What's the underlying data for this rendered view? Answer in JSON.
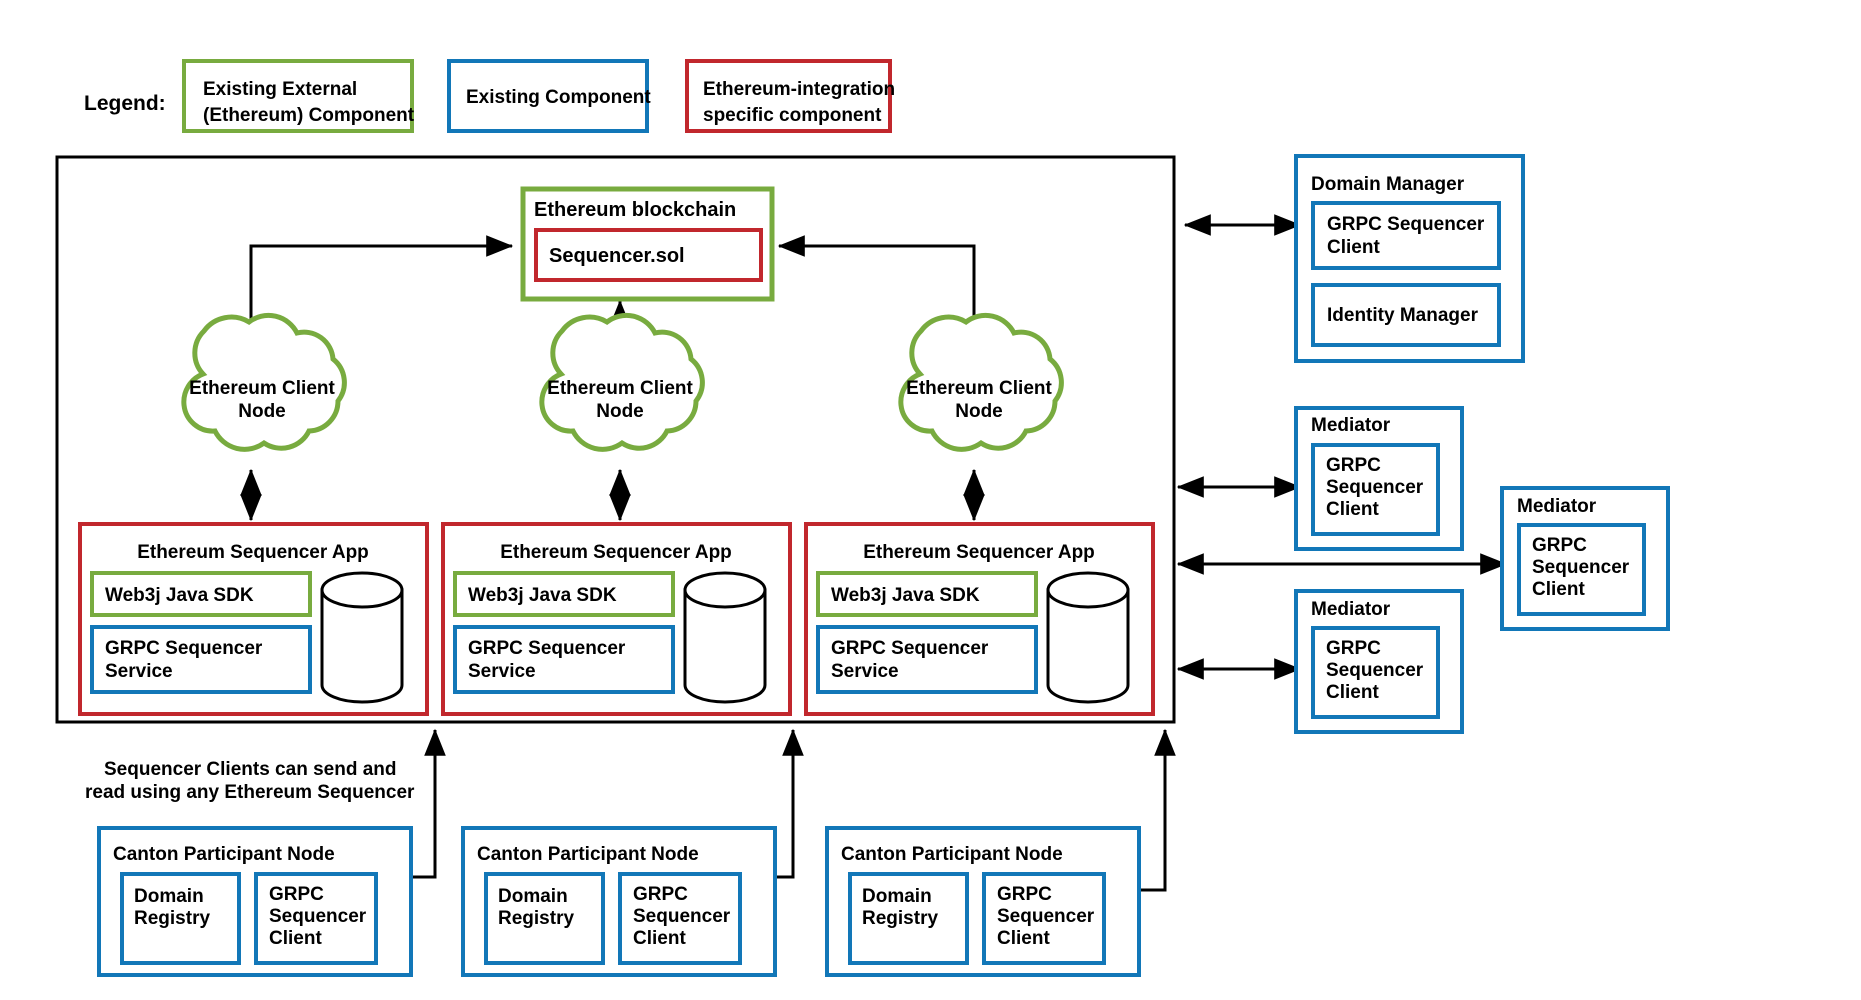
{
  "legend": {
    "label": "Legend:",
    "items": [
      {
        "name": "existing-external-ethereum-component",
        "lines": [
          "Existing External",
          "(Ethereum) Component"
        ],
        "color": "#78ab3f"
      },
      {
        "name": "existing-component",
        "lines": [
          "Existing Component"
        ],
        "color": "#1277b8"
      },
      {
        "name": "ethereum-integration-specific-component",
        "lines": [
          "Ethereum-integration",
          "specific component"
        ],
        "color": "#c1272d"
      }
    ]
  },
  "colors": {
    "green": "#78ab3f",
    "blue": "#1277b8",
    "red": "#c1272d",
    "black": "#000000",
    "white": "#ffffff"
  },
  "domain_boundary": {
    "name": "ethereum-domain-boundary"
  },
  "blockchain": {
    "title": "Ethereum blockchain",
    "contract": "Sequencer.sol"
  },
  "client_nodes": [
    {
      "lines": [
        "Ethereum Client",
        "Node"
      ]
    },
    {
      "lines": [
        "Ethereum Client",
        "Node"
      ]
    },
    {
      "lines": [
        "Ethereum Client",
        "Node"
      ]
    }
  ],
  "sequencer_apps": [
    {
      "title": "Ethereum Sequencer App",
      "sdk": "Web3j Java SDK",
      "service_lines": [
        "GRPC Sequencer",
        "Service"
      ],
      "db": "database-cylinder"
    },
    {
      "title": "Ethereum Sequencer App",
      "sdk": "Web3j Java SDK",
      "service_lines": [
        "GRPC Sequencer",
        "Service"
      ],
      "db": "database-cylinder"
    },
    {
      "title": "Ethereum Sequencer App",
      "sdk": "Web3j Java SDK",
      "service_lines": [
        "GRPC Sequencer",
        "Service"
      ],
      "db": "database-cylinder"
    }
  ],
  "domain_manager": {
    "title": "Domain Manager",
    "grpc_client_lines": [
      "GRPC Sequencer",
      "Client"
    ],
    "identity_manager": "Identity Manager"
  },
  "mediators": [
    {
      "title": "Mediator",
      "client_lines": [
        "GRPC",
        "Sequencer",
        "Client"
      ]
    },
    {
      "title": "Mediator",
      "client_lines": [
        "GRPC",
        "Sequencer",
        "Client"
      ]
    },
    {
      "title": "Mediator",
      "client_lines": [
        "GRPC",
        "Sequencer",
        "Client"
      ]
    }
  ],
  "note": {
    "lines": [
      "Sequencer Clients can send and",
      "read using any Ethereum Sequencer"
    ]
  },
  "participants": [
    {
      "title": "Canton Participant Node",
      "registry_lines": [
        "Domain",
        "Registry"
      ],
      "client_lines": [
        "GRPC",
        "Sequencer",
        "Client"
      ]
    },
    {
      "title": "Canton Participant Node",
      "registry_lines": [
        "Domain",
        "Registry"
      ],
      "client_lines": [
        "GRPC",
        "Sequencer",
        "Client"
      ]
    },
    {
      "title": "Canton Participant Node",
      "registry_lines": [
        "Domain",
        "Registry"
      ],
      "client_lines": [
        "GRPC",
        "Sequencer",
        "Client"
      ]
    }
  ]
}
